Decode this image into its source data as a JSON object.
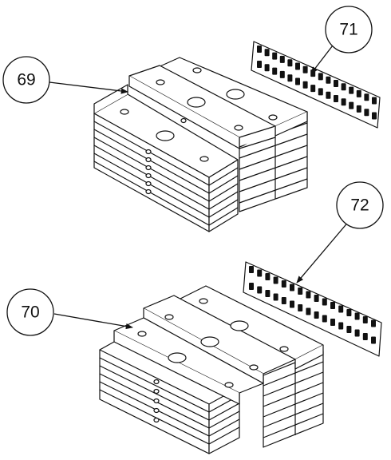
{
  "diagram": {
    "callouts": [
      {
        "id": "callout-69",
        "label": "69"
      },
      {
        "id": "callout-70",
        "label": "70"
      },
      {
        "id": "callout-71",
        "label": "71"
      },
      {
        "id": "callout-72",
        "label": "72"
      }
    ],
    "colors": {
      "line": "#111111",
      "fill": "#ffffff",
      "slot": "#111111"
    }
  }
}
